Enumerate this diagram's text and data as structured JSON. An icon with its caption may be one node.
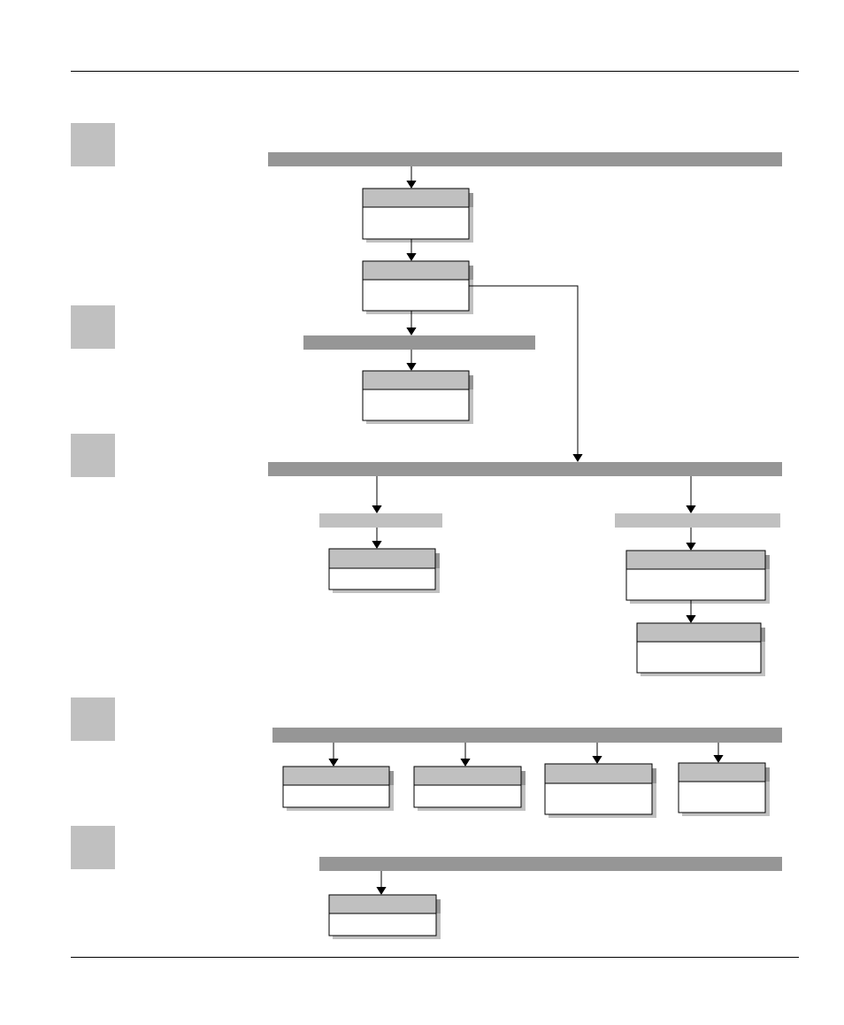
{
  "diagram": {
    "nodes": [
      {
        "text": [],
        "shape": "bar"
      },
      {
        "text": [],
        "shape": "box"
      },
      {
        "text": [],
        "shape": "box"
      },
      {
        "text": [],
        "shape": "bar"
      },
      {
        "text": [],
        "shape": "box"
      },
      {
        "text": [],
        "shape": "bar"
      },
      {
        "text": [],
        "shape": "bar"
      },
      {
        "text": [],
        "shape": "bar"
      },
      {
        "text": [],
        "shape": "box"
      },
      {
        "text": [],
        "shape": "box"
      },
      {
        "text": [],
        "shape": "box"
      },
      {
        "text": [],
        "shape": "bar"
      },
      {
        "text": [],
        "shape": "box"
      },
      {
        "text": [],
        "shape": "box"
      },
      {
        "text": [],
        "shape": "box"
      },
      {
        "text": [],
        "shape": "box"
      },
      {
        "text": [],
        "shape": "bar"
      },
      {
        "text": [],
        "shape": "box"
      }
    ],
    "edges": [
      {
        "from": 0,
        "to": 1,
        "arrow": "to"
      },
      {
        "from": 1,
        "to": 2,
        "arrow": "to"
      },
      {
        "from": 2,
        "to": 3,
        "arrow": "to"
      },
      {
        "from": 3,
        "to": 4,
        "arrow": "to"
      },
      {
        "from": 2,
        "to": 5,
        "arrow": "to"
      },
      {
        "from": 5,
        "to": 6,
        "arrow": "to"
      },
      {
        "from": 5,
        "to": 7,
        "arrow": "to"
      },
      {
        "from": 6,
        "to": 8,
        "arrow": "to"
      },
      {
        "from": 7,
        "to": 9,
        "arrow": "to"
      },
      {
        "from": 9,
        "to": 10,
        "arrow": "to"
      },
      {
        "from": 11,
        "to": 12,
        "arrow": "to"
      },
      {
        "from": 11,
        "to": 13,
        "arrow": "to"
      },
      {
        "from": 11,
        "to": 14,
        "arrow": "to"
      },
      {
        "from": 11,
        "to": 15,
        "arrow": "to"
      },
      {
        "from": 16,
        "to": 17,
        "arrow": "to"
      }
    ]
  }
}
